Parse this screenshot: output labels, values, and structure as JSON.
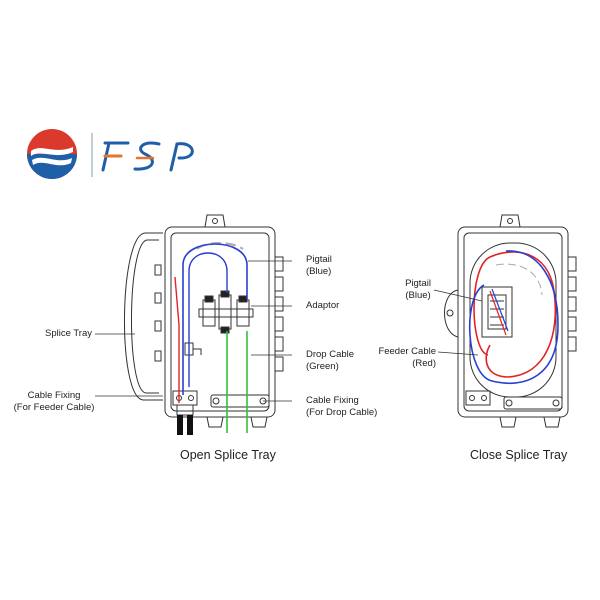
{
  "brand": {
    "name": "FSP",
    "colors": {
      "blue": "#1f5fa8",
      "orange": "#e8732a",
      "red": "#d93a2b",
      "line_gray": "#8a9aaa"
    }
  },
  "open_tray": {
    "caption": "Open Splice Tray",
    "labels": {
      "pigtail_l1": "Pigtail",
      "pigtail_l2": "(Blue)",
      "adaptor": "Adaptor",
      "drop_l1": "Drop Cable",
      "drop_l2": "(Green)",
      "splice_tray": "Splice Tray",
      "fix_feeder_l1": "Cable Fixing",
      "fix_feeder_l2": "(For Feeder Cable)",
      "fix_drop_l1": "Cable Fixing",
      "fix_drop_l2": "(For Drop Cable)"
    }
  },
  "close_tray": {
    "caption": "Close Splice Tray",
    "labels": {
      "pigtail_l1": "Pigtail",
      "pigtail_l2": "(Blue)",
      "feeder_l1": "Feeder Cable",
      "feeder_l2": "(Red)"
    }
  },
  "wire_colors": {
    "pigtail": "#2b3fd0",
    "drop": "#33c23a",
    "feeder": "#e02424",
    "outline": "#333333"
  }
}
